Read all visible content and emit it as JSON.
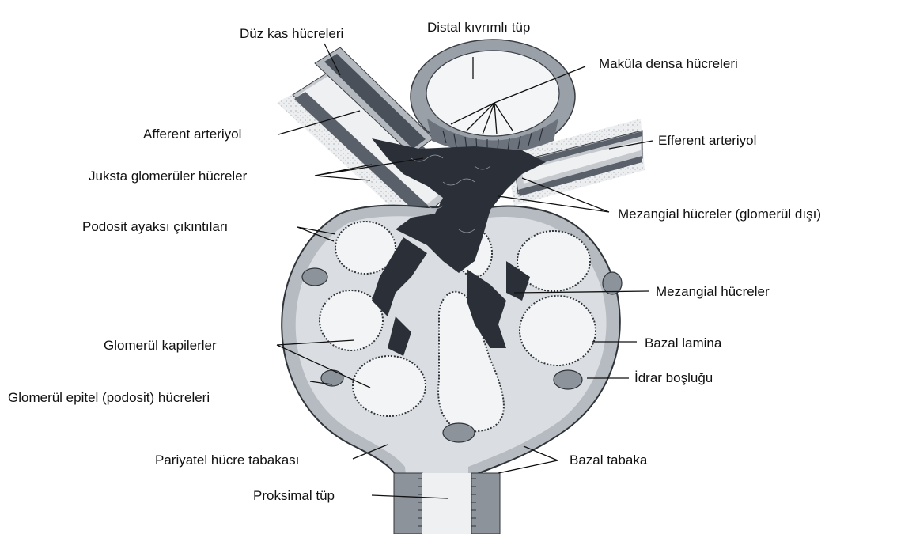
{
  "labels": {
    "duz_kas": "Düz kas hücreleri",
    "distal": "Distal kıvrımlı tüp",
    "makula": "Makûla densa hücreleri",
    "afferent": "Afferent arteriyol",
    "efferent": "Efferent arteriyol",
    "juksta": "Juksta glomerüler hücreler",
    "mezangial_disi": "Mezangial hücreler (glomerül dışı)",
    "podosit_ayak": "Podosit ayaksı çıkıntıları",
    "mezangial": "Mezangial hücreler",
    "bazal_lamina": "Bazal lamina",
    "glom_kapiller": "Glomerül kapilerler",
    "idrar": "İdrar boşluğu",
    "glom_epitel": "Glomerül epitel (podosit) hücreleri",
    "pariyatel": "Pariyatel hücre tabakası",
    "bazal_tabaka": "Bazal tabaka",
    "proksimal": "Proksimal tüp"
  },
  "colors": {
    "mesangial": "#2b3038",
    "tissue": "#a9aeb6",
    "light": "#d9dce0",
    "lumen": "#f2f3f4",
    "outline": "#3a3e44"
  }
}
